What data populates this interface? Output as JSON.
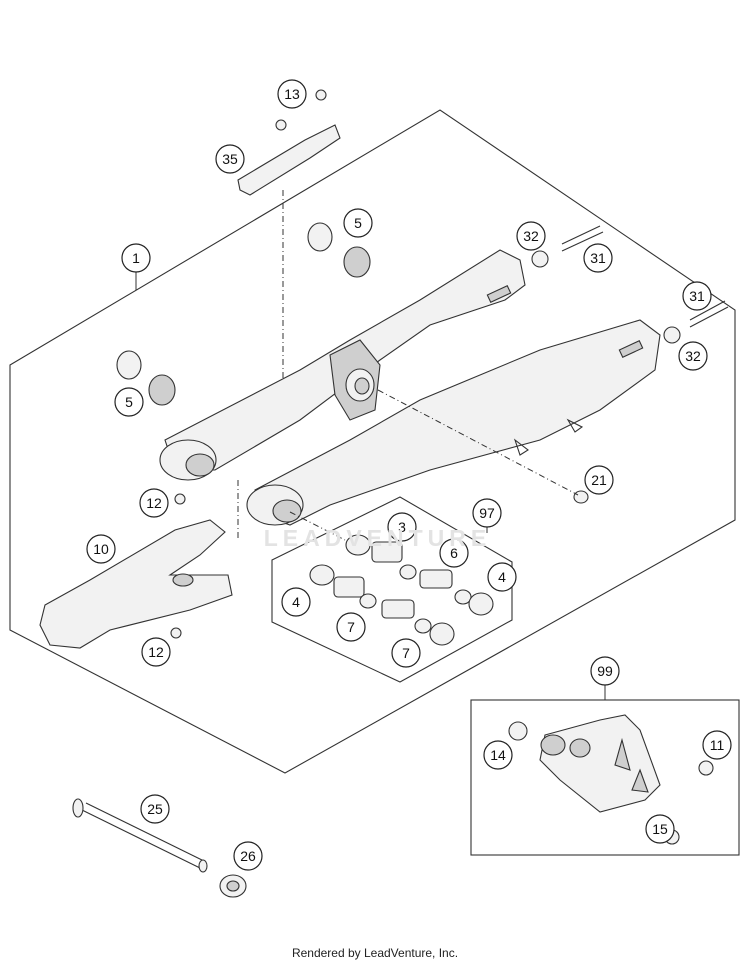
{
  "watermark": "LEADVENTURE",
  "footer": "Rendered by LeadVenture, Inc.",
  "callouts": {
    "c13": "13",
    "c35": "35",
    "c5a": "5",
    "c1": "1",
    "c32a": "32",
    "c31a": "31",
    "c31b": "31",
    "c32b": "32",
    "c5b": "5",
    "c21": "21",
    "c12a": "12",
    "c97": "97",
    "c3": "3",
    "c10": "10",
    "c6": "6",
    "c4a": "4",
    "c4b": "4",
    "c7a": "7",
    "c7b": "7",
    "c12b": "12",
    "c99": "99",
    "c14": "14",
    "c11": "11",
    "c15": "15",
    "c25": "25",
    "c26": "26"
  }
}
